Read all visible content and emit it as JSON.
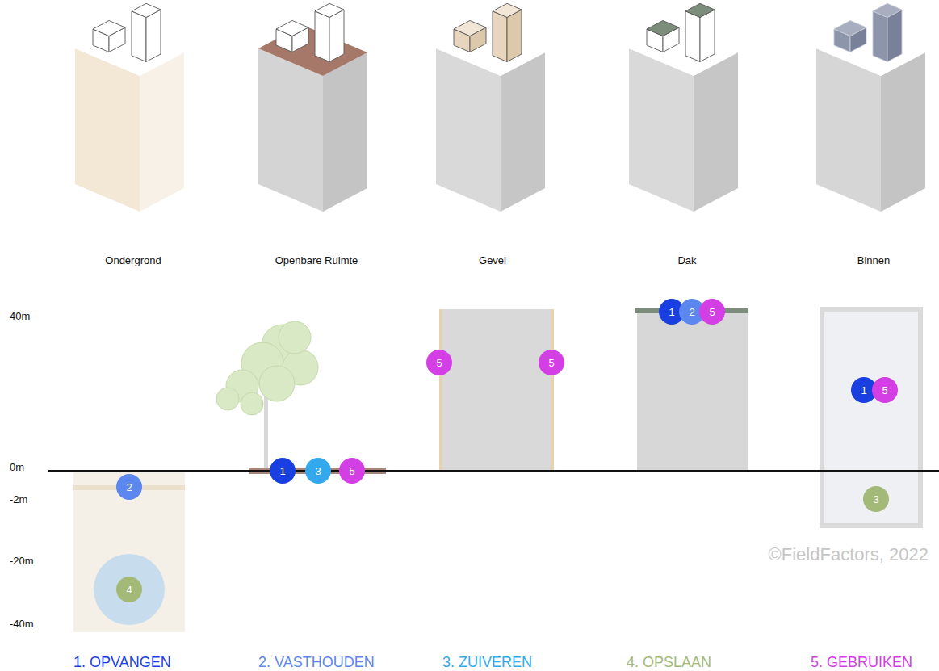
{
  "diagram": {
    "nodes": [
      {
        "text": [
          "2"
        ]
      },
      {
        "text": [
          "4"
        ]
      },
      {
        "text": [
          "1"
        ]
      },
      {
        "text": [
          "3"
        ]
      },
      {
        "text": [
          "5"
        ]
      },
      {
        "text": [
          "5"
        ]
      },
      {
        "text": [
          "5"
        ]
      },
      {
        "text": [
          "1"
        ]
      },
      {
        "text": [
          "2"
        ]
      },
      {
        "text": [
          "5"
        ]
      },
      {
        "text": [
          "1"
        ]
      },
      {
        "text": [
          "5"
        ]
      },
      {
        "text": [
          "3"
        ]
      }
    ],
    "labels": [
      "Ondergrond",
      "Openbare Ruimte",
      "Gevel",
      "Dak",
      "Binnen",
      "40m",
      "0m",
      "-2m",
      "-20m",
      "-40m",
      "©FieldFactors, 2022",
      "1. OPVANGEN",
      "2. VASTHOUDEN",
      "3. ZUIVEREN",
      "4. OPSLAAN",
      "5. GEBRUIKEN"
    ]
  }
}
